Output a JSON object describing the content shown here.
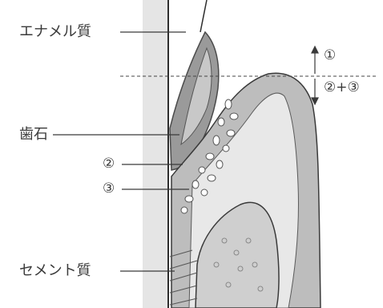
{
  "labels": {
    "enamel": "エナメル質",
    "calculus": "歯石",
    "marker_2": "②",
    "marker_3": "③",
    "cementum": "セメント質"
  },
  "right_markers": {
    "top": "①",
    "bottom": "②+③"
  },
  "colors": {
    "background": "#ffffff",
    "gray_dark": "#8f8f8f",
    "gray_mid": "#b6b6b6",
    "gray_light": "#dadada",
    "line": "#3a3a3a"
  }
}
